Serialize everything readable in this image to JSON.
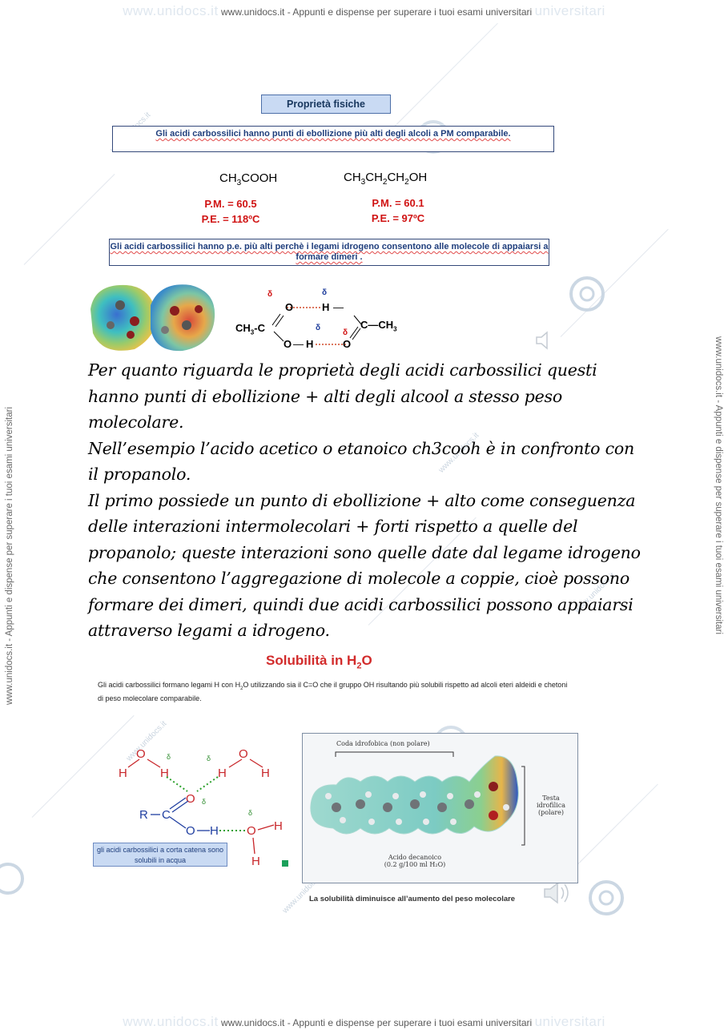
{
  "watermark": {
    "text": "www.unidocs.it - Appunti e dispense per superare i tuoi esami universitari",
    "ghost_left": "www.unidocs.it",
    "ghost_right": "universitari",
    "tile": "www.unidocs.it"
  },
  "section1": {
    "title": "Proprietà fisiche",
    "note1": "Gli acidi carbossilici hanno punti di ebollizione più alti degli alcoli a PM comparabile.",
    "compound1": {
      "formula_parts": [
        "CH",
        "3",
        "COOH"
      ],
      "pm": "P.M. = 60.5",
      "pe": "P.E. = 118ºC"
    },
    "compound2": {
      "formula_parts": [
        "CH",
        "3",
        "CH",
        "2",
        "CH",
        "2",
        "OH"
      ],
      "pm": "P.M. = 60.1",
      "pe": "P.E. = 97ºC"
    },
    "note2": "Gli acidi carbossilici hanno p.e. più alti perchè i legami idrogeno consentono alle molecole di appaiarsi a formare dimeri ."
  },
  "dimer": {
    "delta": "δ",
    "o_top": "O",
    "h_top": "H",
    "o_bottom": "O",
    "h_bottom": "H",
    "left_group": "CH",
    "left_sub": "3",
    "c": "C",
    "right_group": "C—CH",
    "right_sub": "3",
    "dash": "—"
  },
  "notes": [
    "Per quanto riguarda le proprietà degli acidi carbossilici questi hanno punti di ebollizione + alti degli alcool a stesso peso molecolare.",
    "Nell’esempio l’acido acetico o etanoico ch3cooh è in confronto con il propanolo.",
    "Il primo possiede un punto di ebollizione + alto come conseguenza delle interazioni intermolecolari + forti rispetto a quelle del propanolo; queste interazioni sono quelle date dal legame idrogeno che consentono l’aggregazione di molecole a coppie, cioè possono formare dei dimeri, quindi due acidi carbossilici possono appaiarsi attraverso legami a idrogeno."
  ],
  "solubility": {
    "title": "Solubilità in H",
    "title_sub": "2",
    "title_end": "O",
    "text_a": "Gli acidi carbossilici formano legami H con H",
    "text_sub": "2",
    "text_b": "O  utilizzando sia il C=O che il gruppo OH risultando più solubili rispetto ad alcoli eteri aldeidi e chetoni di  peso molecolare comparabile.",
    "caption": "gli acidi carbossilici a corta catena sono solubili in acqua",
    "decanoic": {
      "tail_label": "Coda idrofobica (non polare)",
      "head_label_1": "Testa idrofilica",
      "head_label_2": "(polare)",
      "name": "Acido decanoico",
      "solubility": "(0.2 g/100 ml H₂O)"
    },
    "bottom_caption": "La solubilità diminuisce all’aumento del peso molecolare"
  },
  "colors": {
    "accent_red": "#d01313",
    "box_blue": "#c9daf3",
    "text_blue": "#1f3e7c"
  }
}
